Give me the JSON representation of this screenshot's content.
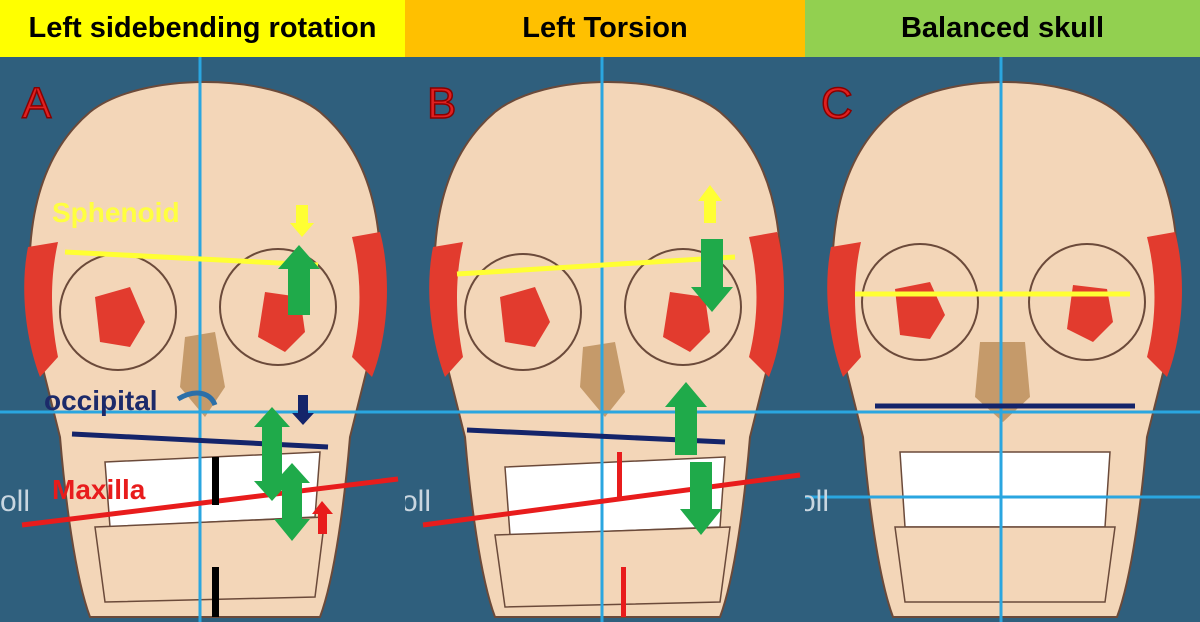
{
  "headers": {
    "a": "Left sidebending rotation",
    "b": "Left Torsion",
    "c": "Balanced skull"
  },
  "panels": {
    "a": {
      "letter": "A",
      "side_text": "oll"
    },
    "b": {
      "letter": "B",
      "side_text": "oll"
    },
    "c": {
      "letter": "C",
      "side_text": "oll"
    }
  },
  "labels": {
    "sphenoid": "Sphenoid",
    "occipital": "occipital",
    "maxilla": "Maxilla"
  },
  "colors": {
    "header_a": "#ffff00",
    "header_b": "#ffc000",
    "header_c": "#92d050",
    "background": "#2f5f7d",
    "skull": "#f3d6b8",
    "muscle": "#e23b2e",
    "sphenoid_line": "#ffff33",
    "occipital_line": "#14246a",
    "maxilla_line": "#e81c1c",
    "midline": "#2aa6e0",
    "arrow_green": "#1faa4a"
  }
}
